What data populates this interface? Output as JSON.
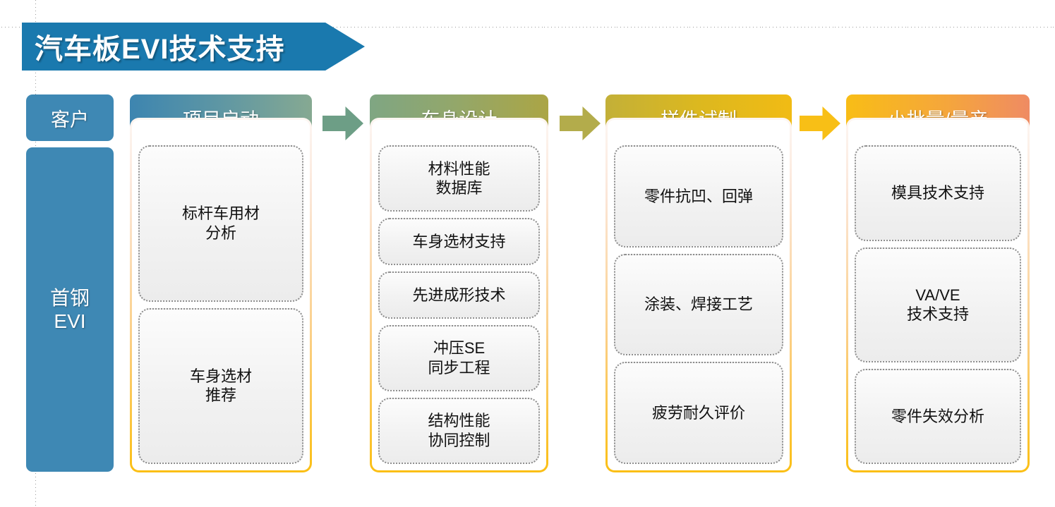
{
  "page": {
    "title_banner": {
      "text": "汽车板EVI技术支持",
      "color": "#1a79ae",
      "icon": "pentagon-arrow-banner"
    }
  },
  "customer_column": {
    "header": "客户",
    "body": "首钢\nEVI",
    "color": "#3e88b4"
  },
  "arrows": [
    {
      "name": "arrow-stage1-to-stage2",
      "color": "#6d9e86"
    },
    {
      "name": "arrow-stage2-to-stage3",
      "color": "#b3ac4b"
    },
    {
      "name": "arrow-stage3-to-stage4",
      "color": "#f8bf16"
    }
  ],
  "stages": [
    {
      "header": "项目启动",
      "header_gradient": [
        "#3d85b0",
        "#86a992"
      ],
      "cards": [
        "标杆车用材\n分析",
        "车身选材\n推荐"
      ]
    },
    {
      "header": "车身设计",
      "header_gradient": [
        "#7fa683",
        "#aba545"
      ],
      "cards": [
        "材料性能\n数据库",
        "车身选材支持",
        "先进成形技术",
        "冲压SE\n同步工程",
        "结构性能\n协同控制"
      ]
    },
    {
      "header": "样件试制",
      "header_gradient": [
        "#c3b038",
        "#f1bb14"
      ],
      "cards": [
        "零件抗凹、回弹",
        "涂装、焊接工艺",
        "疲劳耐久评价"
      ]
    },
    {
      "header": "小批量/量产",
      "header_gradient": [
        "#f8bd16",
        "#ef8b63"
      ],
      "cards": [
        "模具技术支持",
        "VA/VE\n技术支持",
        "零件失效分析"
      ]
    }
  ]
}
